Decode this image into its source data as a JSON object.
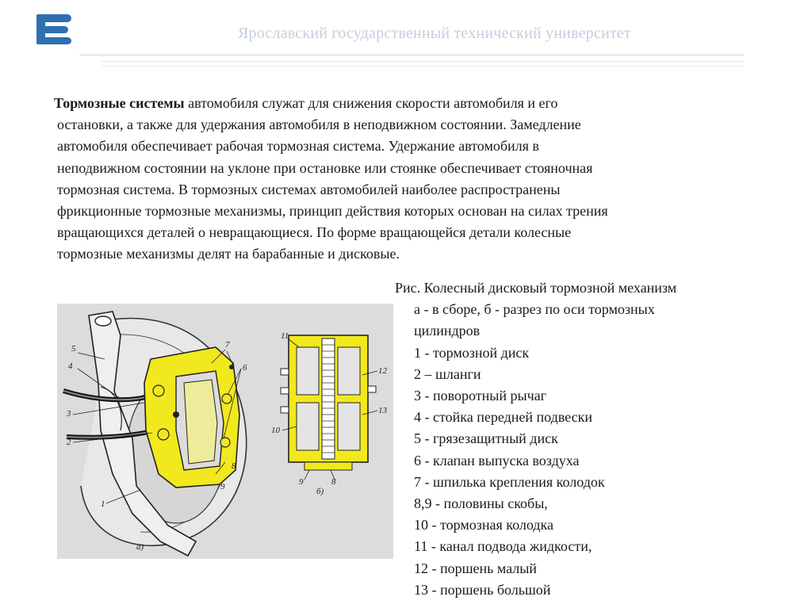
{
  "header": {
    "title": "Ярославский государственный технический университет"
  },
  "intro": {
    "bold_lead": "Тормозные системы",
    "lines": [
      " автомобиля служат для снижения скорости автомобиля и его",
      "остановки, а также для удержания автомобиля в неподвижном состоянии. Замедление",
      "автомобиля обеспечивает рабочая тормозная система. Удержание автомобиля в",
      "неподвижном состоянии на уклоне при остановке или стоянке обеспечивает стояночная",
      "тормозная система. В тормозных системах автомобилей наиболее распространены",
      "фрикционные тормозные механизмы, принцип действия которых основан на силах трения",
      "вращающихся деталей о невращающиеся. По форме вращающейся детали колесные",
      "тормозные механизмы делят на барабанные и дисковые."
    ]
  },
  "figure": {
    "labels_a": [
      "1",
      "2",
      "3",
      "4",
      "5",
      "6",
      "7",
      "8",
      "9",
      "а)"
    ],
    "labels_b": [
      "11",
      "12",
      "13",
      "10",
      "9",
      "б)",
      "8"
    ]
  },
  "caption": {
    "title": "Рис. Колесный дисковый тормозной механизм",
    "subtitle_lines": [
      "а - в сборе, б - разрез по оси тормозных",
      "цилиндров"
    ],
    "items": [
      "1 - тормозной диск",
      "2 – шланги",
      "3 - поворотный рычаг",
      "4 - стойка передней подвески",
      "5 - грязезащитный диск",
      "6 - клапан выпуска воздуха",
      "7 - шпилька крепления колодок",
      "8,9 - половины скобы,",
      "10 - тормозная колодка",
      "11 - канал подвода жидкости,",
      "12 - поршень малый",
      "13 - поршень большой"
    ]
  },
  "colors": {
    "logo_blue": "#2f6fb0",
    "header_text": "#c3cedd",
    "caliper_yellow": "#f2e81e",
    "figure_bg": "#dcdcdc"
  }
}
